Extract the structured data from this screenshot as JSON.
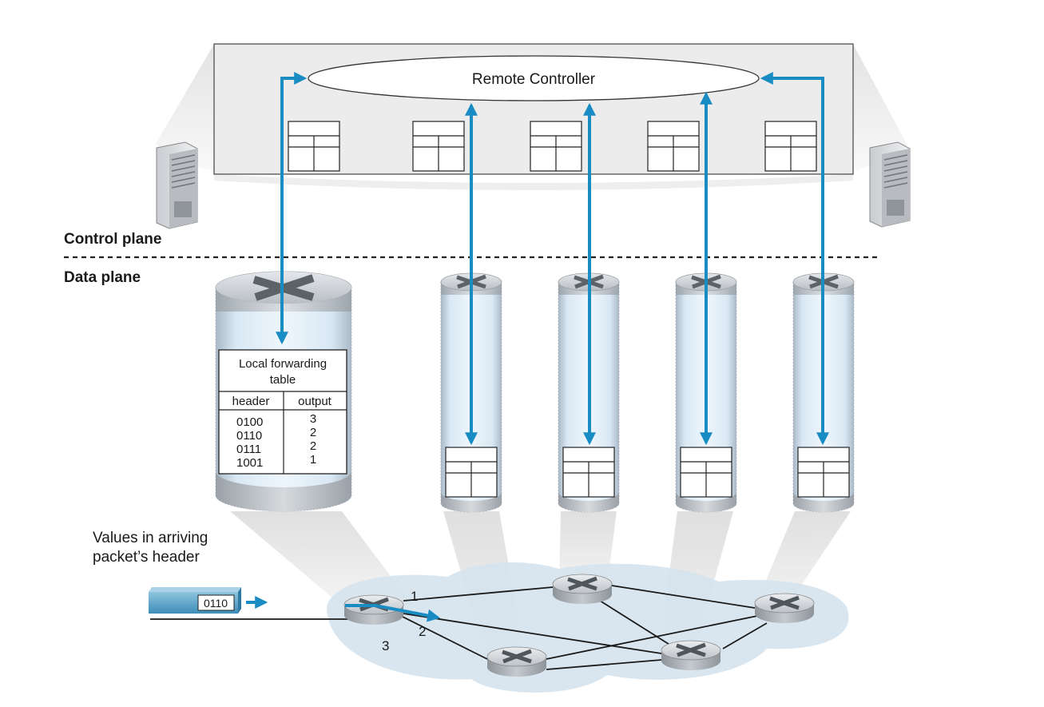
{
  "controller": {
    "label": "Remote Controller"
  },
  "planes": {
    "control": "Control plane",
    "data": "Data plane"
  },
  "forwarding_table": {
    "title_line1": "Local forwarding",
    "title_line2": "table",
    "col_header": "header",
    "col_output": "output",
    "rows": [
      {
        "header": "0100",
        "output": "3"
      },
      {
        "header": "0110",
        "output": "2"
      },
      {
        "header": "0111",
        "output": "2"
      },
      {
        "header": "1001",
        "output": "1"
      }
    ]
  },
  "packet": {
    "caption_line1": "Values in arriving",
    "caption_line2": "packet’s header",
    "value": "0110"
  },
  "ports": {
    "p1": "1",
    "p2": "2",
    "p3": "3"
  },
  "colors": {
    "arrow": "#1a8cc4",
    "packet": "#5aa6cc",
    "network_cloud": "#d3e2ee",
    "router": "#b8bdc2",
    "panel": "#ececec"
  }
}
